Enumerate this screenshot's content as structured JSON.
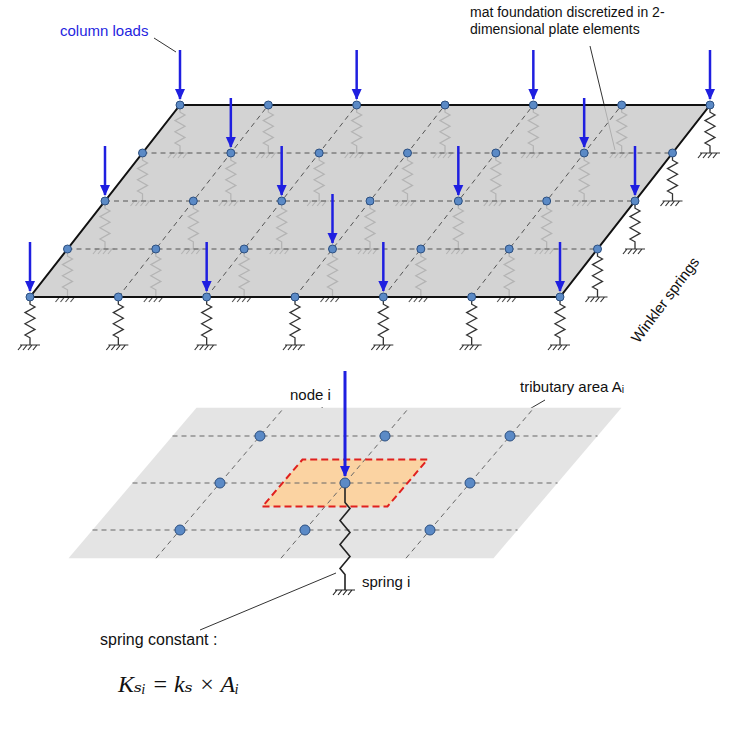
{
  "diagram": {
    "labels": [
      "column loads",
      "mat foundation discretized in 2-dimensional plate elements",
      "Winkler springs",
      "tributary area Aᵢ",
      "node i",
      "spring i",
      "spring constant :",
      "Kₛᵢ = kₛ × Aᵢ"
    ]
  }
}
